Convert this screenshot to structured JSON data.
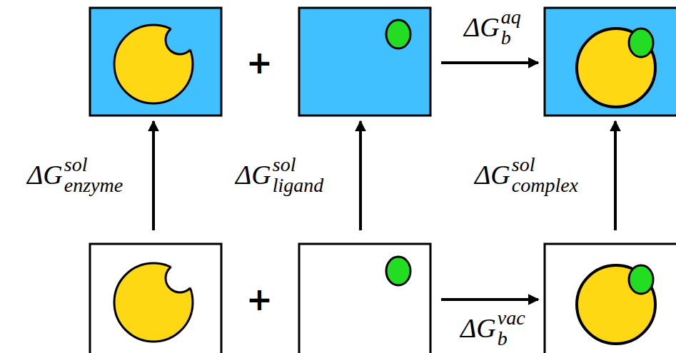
{
  "diagram": {
    "labels": [
      "+",
      "+",
      "ΔG",
      "aq",
      "b",
      "ΔG",
      "sol",
      "enzyme",
      "ΔG",
      "sol",
      "ligand",
      "ΔG",
      "sol",
      "complex",
      "ΔG",
      "vac",
      "b"
    ]
  }
}
